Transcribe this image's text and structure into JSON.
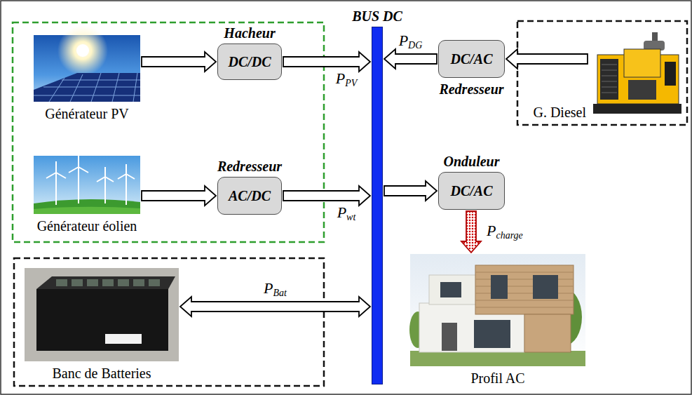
{
  "diagram": {
    "nodes": [
      {
        "text": [
          "Générateur PV"
        ]
      },
      {
        "text": [
          "Hacheur",
          "DC/DC"
        ]
      },
      {
        "text": [
          "BUS DC"
        ]
      },
      {
        "text": [
          "DC/AC",
          "Redresseur"
        ]
      },
      {
        "text": [
          "G. Diesel"
        ]
      },
      {
        "text": [
          "Générateur éolien"
        ]
      },
      {
        "text": [
          "Redresseur",
          "AC/DC"
        ]
      },
      {
        "text": [
          "Onduleur",
          "DC/AC"
        ]
      },
      {
        "text": [
          "Banc de Batteries"
        ]
      },
      {
        "text": [
          "Profil AC"
        ]
      }
    ],
    "edges": [
      {
        "from": 0,
        "to": 1,
        "arrow": "to"
      },
      {
        "from": 1,
        "to": 2,
        "arrow": "to",
        "label": "PPV"
      },
      {
        "from": 4,
        "to": 3,
        "arrow": "to"
      },
      {
        "from": 3,
        "to": 2,
        "arrow": "to",
        "label": "PDG"
      },
      {
        "from": 5,
        "to": 6,
        "arrow": "to"
      },
      {
        "from": 6,
        "to": 2,
        "arrow": "to",
        "label": "Pwt"
      },
      {
        "from": 2,
        "to": 7,
        "arrow": "to"
      },
      {
        "from": 7,
        "to": 9,
        "arrow": "to",
        "label": "Pcharge"
      },
      {
        "from": 8,
        "to": 2,
        "arrow": "both",
        "label": "PBat"
      }
    ]
  }
}
